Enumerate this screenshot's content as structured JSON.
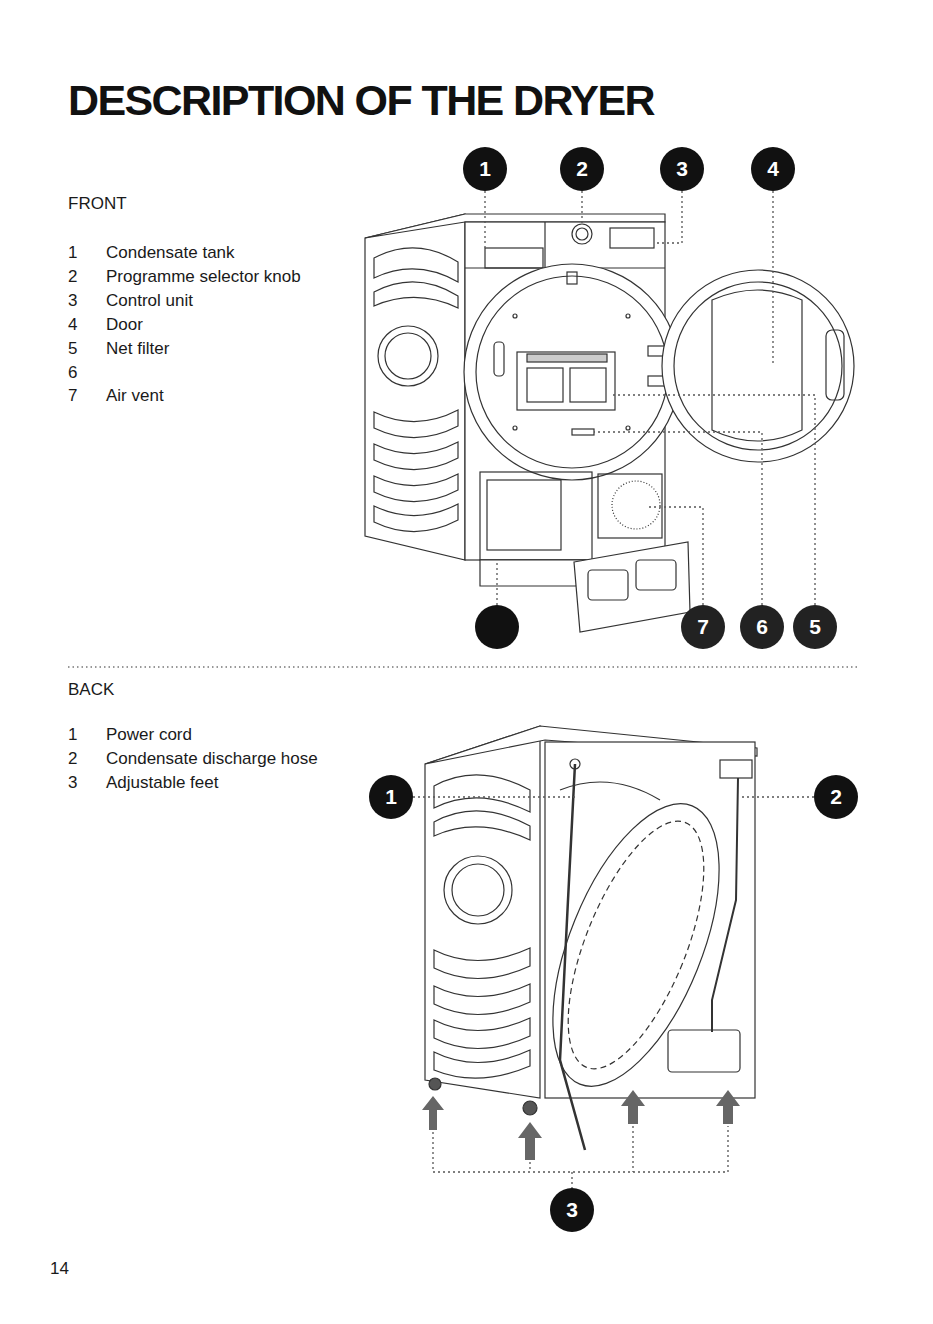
{
  "diagram": {
    "title": "DESCRIPTION OF THE DRYER",
    "nodes": [
      {
        "text": [
          "1"
        ]
      },
      {
        "text": [
          "2"
        ]
      },
      {
        "text": [
          "3"
        ]
      },
      {
        "text": [
          "4"
        ]
      },
      {
        "text": [
          "7"
        ]
      },
      {
        "text": [
          "6"
        ]
      },
      {
        "text": [
          "5"
        ]
      },
      {
        "text": [
          "1"
        ]
      },
      {
        "text": [
          "2"
        ]
      },
      {
        "text": [
          "3"
        ]
      }
    ],
    "labels": [
      "FRONT",
      "1",
      "Condensate tank",
      "2",
      "Programme selector knob",
      "3",
      "Control unit",
      "4",
      "Door",
      "5",
      "Net filter",
      "6",
      "7",
      "Air vent",
      "BACK",
      "1",
      "Power cord",
      "2",
      "Condensate discharge hose",
      "3",
      "Adjustable feet",
      "14"
    ]
  }
}
